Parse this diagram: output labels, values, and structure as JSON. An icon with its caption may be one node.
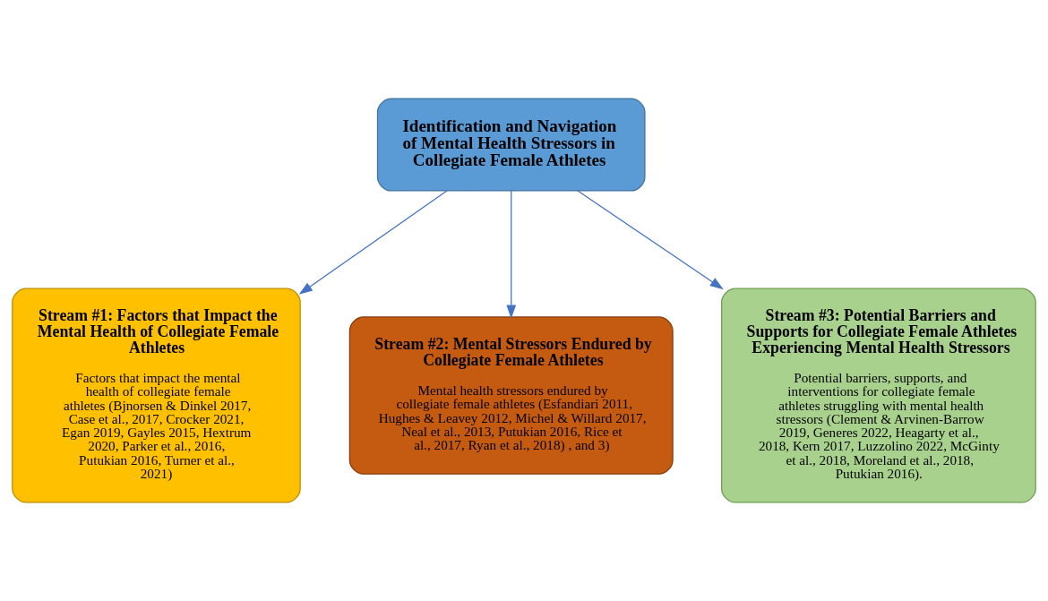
{
  "diagram": {
    "nodes": [
      {
        "text": [
          "Identification and Navigation of Mental Health Stressors in Collegiate Female Athletes"
        ]
      },
      {
        "text": [
          "Stream #1: Factors that Impact the Mental Health of Collegiate Female Athletes",
          "Factors that impact the mental health of collegiate female athletes (Bjnorsen & Dinkel 2017, Case et al., 2017, Crocker 2021, Egan 2019, Gayles 2015, Hextrum 2020, Parker et al., 2016, Putukian 2016, Turner et al., 2021)"
        ]
      },
      {
        "text": [
          "Stream #2: Mental Stressors Endured by Collegiate Female Athletes",
          "Mental health stressors endured by collegiate female athletes (Esfandiari 2011, Hughes & Leavey 2012, Michel & Willard 2017, Neal et al., 2013, Putukian 2016, Rice et al., 2017, Ryan et al., 2018) , and 3)"
        ]
      },
      {
        "text": [
          "Stream #3: Potential Barriers and Supports for Collegiate Female Athletes Experiencing Mental Health Stressors",
          "Potential barriers, supports, and interventions for collegiate female athletes struggling with mental health stressors (Clement & Arvinen-Barrow 2019, Generes 2022, Heagarty et al., 2018, Kern 2017, Luzzolino 2022, McGinty et al., 2018, Moreland et al., 2018, Putukian 2016)."
        ]
      }
    ],
    "edges": [
      {
        "from": 0,
        "to": 1,
        "arrow": "to"
      },
      {
        "from": 0,
        "to": 2,
        "arrow": "to"
      },
      {
        "from": 0,
        "to": 3,
        "arrow": "to"
      }
    ]
  }
}
